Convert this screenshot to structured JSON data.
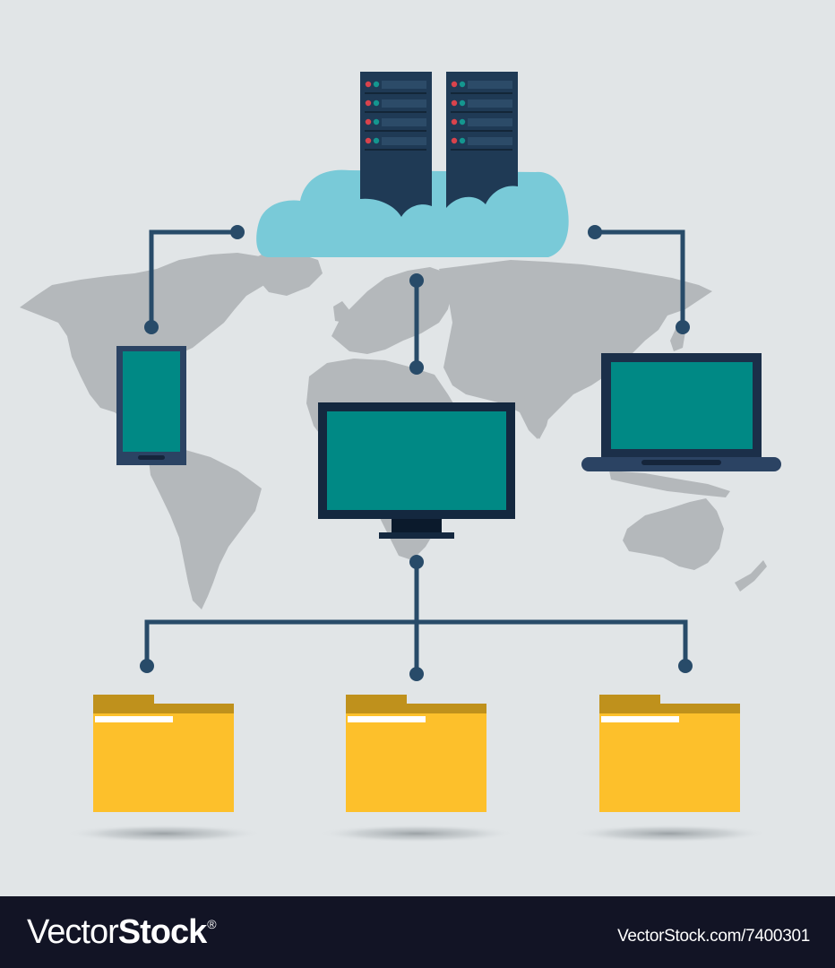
{
  "diagram": {
    "title": "Cloud storage network connecting devices and folders over a world map",
    "colors": {
      "background": "#e1e5e7",
      "map": "#b4b8bb",
      "cloud": "#79cad8",
      "server": "#1f3a55",
      "server_slot": "#2c4b68",
      "led_red": "#d9434c",
      "led_teal": "#14968f",
      "connector": "#284b69",
      "device_frame": "#1b2f49",
      "device_screen": "#008985",
      "folder_body": "#fdc02b",
      "folder_tab": "#bf911c",
      "folder_label": "#ffffff",
      "footer_bg": "#121425"
    },
    "nodes": [
      {
        "id": "cloud",
        "label": "Cloud with server racks",
        "icon": "cloud-server-icon"
      },
      {
        "id": "phone",
        "label": "Smartphone",
        "icon": "smartphone-icon"
      },
      {
        "id": "monitor",
        "label": "Desktop monitor",
        "icon": "monitor-icon"
      },
      {
        "id": "laptop",
        "label": "Laptop",
        "icon": "laptop-icon"
      },
      {
        "id": "folder-1",
        "label": "Folder",
        "icon": "folder-icon"
      },
      {
        "id": "folder-2",
        "label": "Folder",
        "icon": "folder-icon"
      },
      {
        "id": "folder-3",
        "label": "Folder",
        "icon": "folder-icon"
      }
    ],
    "edges": [
      {
        "from": "cloud",
        "to": "phone"
      },
      {
        "from": "cloud",
        "to": "monitor"
      },
      {
        "from": "cloud",
        "to": "laptop"
      },
      {
        "from": "monitor",
        "to": "folder-1"
      },
      {
        "from": "monitor",
        "to": "folder-2"
      },
      {
        "from": "monitor",
        "to": "folder-3"
      }
    ],
    "server_racks": 2,
    "slots_per_rack": 4
  },
  "footer": {
    "brand_thin": "Vector",
    "brand_bold": "Stock",
    "brand_mark": "®",
    "reference": "VectorStock.com/7400301"
  }
}
